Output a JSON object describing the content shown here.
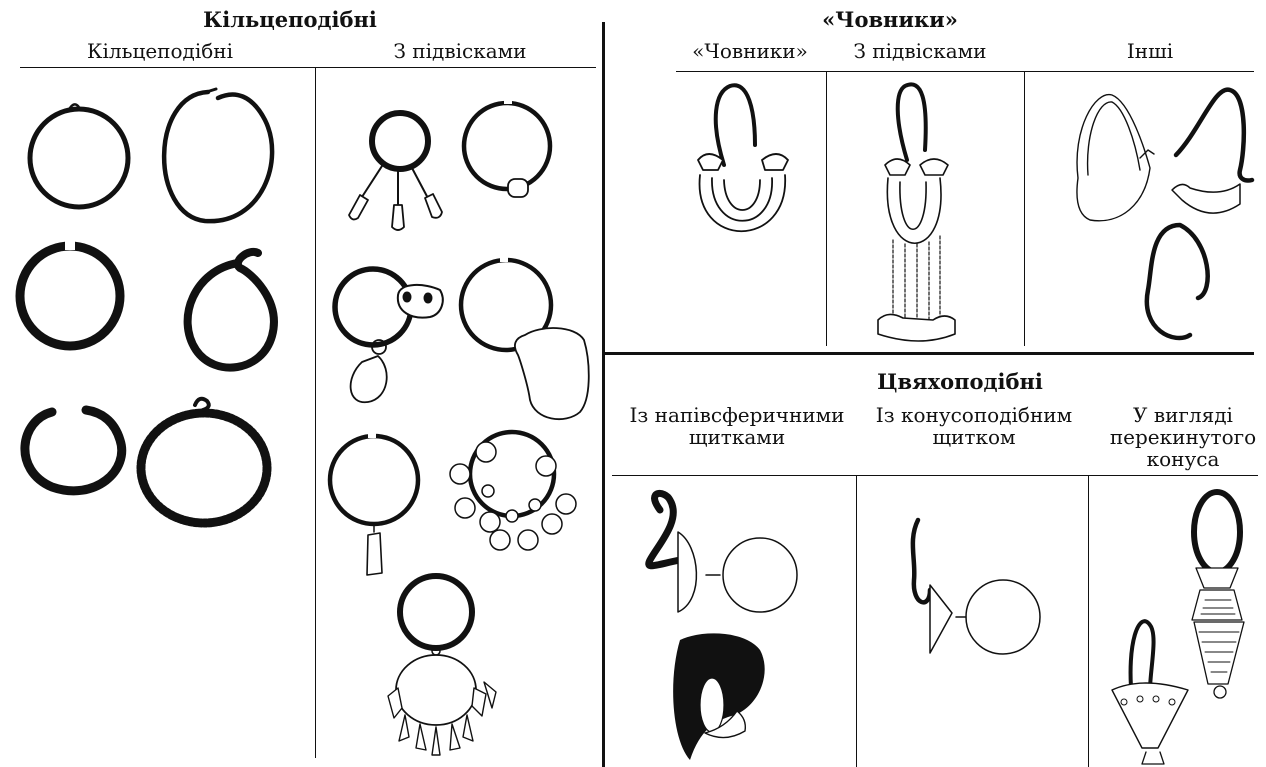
{
  "left_panel": {
    "title": "Кільцеподібні",
    "sub_ring": "Кільцеподібні",
    "sub_pendant": "З підвісками"
  },
  "right_top_panel": {
    "title": "«Човники»",
    "sub_chovnyky": "«Човники»",
    "sub_pendant": "З підвісками",
    "sub_other": "Інші"
  },
  "right_bottom_panel": {
    "title": "Цвяхоподібні",
    "sub_hemi": "Із напівсферичними щитками",
    "sub_cone": "Із конусоподібним щитком",
    "sub_inverted": "У вигляді перекинутого конуса"
  }
}
